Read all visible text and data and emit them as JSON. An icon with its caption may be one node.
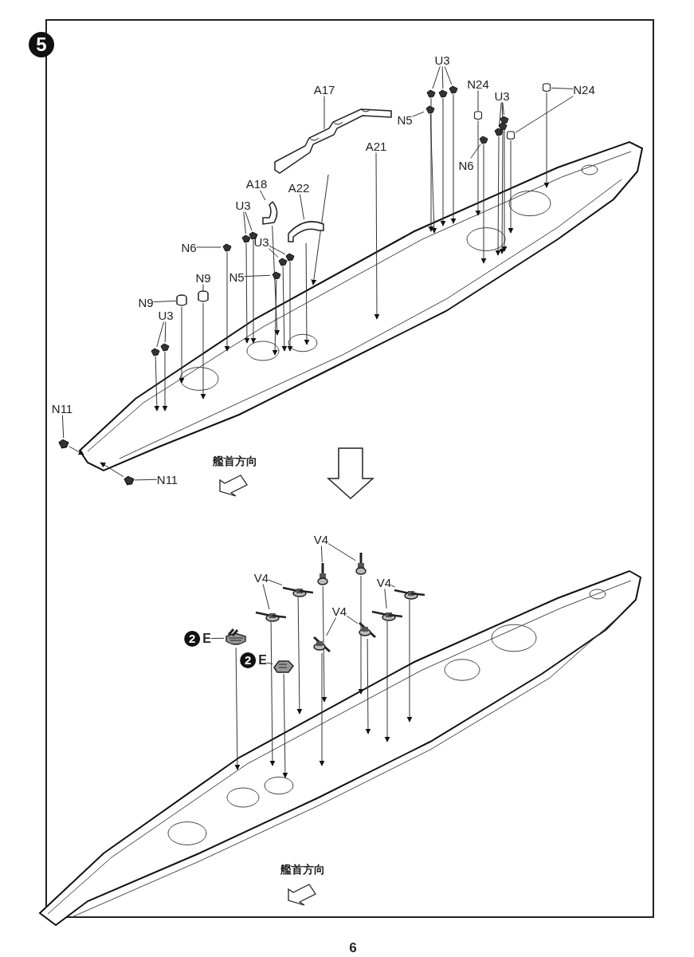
{
  "diagram": {
    "nodes": [
      {
        "text": [
          "A17"
        ]
      },
      {
        "text": [],
        "shape": "picture"
      },
      {
        "text": [
          "A21"
        ]
      },
      {
        "text": [
          "A18"
        ]
      },
      {
        "text": [],
        "shape": "picture"
      },
      {
        "text": [
          "A22"
        ]
      },
      {
        "text": [],
        "shape": "picture"
      },
      {
        "text": [
          "U3"
        ]
      },
      {
        "text": [],
        "shape": "picture"
      },
      {
        "text": [],
        "shape": "picture"
      },
      {
        "text": [
          "N6"
        ]
      },
      {
        "text": [],
        "shape": "picture"
      },
      {
        "text": [
          "U3"
        ]
      },
      {
        "text": [],
        "shape": "picture"
      },
      {
        "text": [],
        "shape": "picture"
      },
      {
        "text": [
          "N5"
        ]
      },
      {
        "text": [],
        "shape": "picture"
      },
      {
        "text": [
          "N9"
        ]
      },
      {
        "text": [],
        "shape": "picture"
      },
      {
        "text": [
          "N9"
        ]
      },
      {
        "text": [],
        "shape": "picture"
      },
      {
        "text": [
          "U3"
        ]
      },
      {
        "text": [],
        "shape": "picture"
      },
      {
        "text": [],
        "shape": "picture"
      },
      {
        "text": [
          "N11"
        ]
      },
      {
        "text": [],
        "shape": "picture"
      },
      {
        "text": [
          "N11"
        ]
      },
      {
        "text": [],
        "shape": "picture"
      },
      {
        "text": [
          "U3"
        ]
      },
      {
        "text": [],
        "shape": "picture"
      },
      {
        "text": [],
        "shape": "picture"
      },
      {
        "text": [],
        "shape": "picture"
      },
      {
        "text": [
          "N5"
        ]
      },
      {
        "text": [],
        "shape": "picture"
      },
      {
        "text": [
          "N24"
        ]
      },
      {
        "text": [],
        "shape": "picture"
      },
      {
        "text": [
          "N6"
        ]
      },
      {
        "text": [],
        "shape": "picture"
      },
      {
        "text": [
          "U3"
        ]
      },
      {
        "text": [],
        "shape": "picture"
      },
      {
        "text": [],
        "shape": "picture"
      },
      {
        "text": [],
        "shape": "picture"
      },
      {
        "text": [
          "N24"
        ]
      },
      {
        "text": [],
        "shape": "picture"
      },
      {
        "text": [],
        "shape": "picture"
      },
      {
        "text": [
          "V4"
        ]
      },
      {
        "text": [],
        "shape": "picture"
      },
      {
        "text": [],
        "shape": "picture"
      },
      {
        "text": [
          "V4"
        ]
      },
      {
        "text": [],
        "shape": "picture"
      },
      {
        "text": [],
        "shape": "picture"
      },
      {
        "text": [
          "V4"
        ]
      },
      {
        "text": [],
        "shape": "picture"
      },
      {
        "text": [],
        "shape": "picture"
      },
      {
        "text": [
          "V4"
        ]
      },
      {
        "text": [],
        "shape": "picture"
      },
      {
        "text": [],
        "shape": "picture"
      },
      {
        "text": [
          "2",
          "E"
        ]
      },
      {
        "text": [],
        "shape": "picture"
      },
      {
        "text": [
          "2",
          "E"
        ]
      },
      {
        "text": [],
        "shape": "picture"
      }
    ],
    "edges": [
      {
        "from": 0,
        "to": 1,
        "arrow": "none"
      },
      {
        "from": 1,
        "to": null,
        "arrow": "to"
      },
      {
        "from": 2,
        "to": null,
        "arrow": "to"
      },
      {
        "from": 3,
        "to": 4,
        "arrow": "none"
      },
      {
        "from": 4,
        "to": null,
        "arrow": "to"
      },
      {
        "from": 5,
        "to": 6,
        "arrow": "none"
      },
      {
        "from": 6,
        "to": null,
        "arrow": "to"
      },
      {
        "from": 7,
        "to": 8,
        "arrow": "none"
      },
      {
        "from": 7,
        "to": 9,
        "arrow": "none"
      },
      {
        "from": 8,
        "to": null,
        "arrow": "to"
      },
      {
        "from": 9,
        "to": null,
        "arrow": "to"
      },
      {
        "from": 10,
        "to": 11,
        "arrow": "none"
      },
      {
        "from": 11,
        "to": null,
        "arrow": "to"
      },
      {
        "from": 12,
        "to": 13,
        "arrow": "none"
      },
      {
        "from": 12,
        "to": 14,
        "arrow": "none"
      },
      {
        "from": 13,
        "to": null,
        "arrow": "to"
      },
      {
        "from": 14,
        "to": null,
        "arrow": "to"
      },
      {
        "from": 15,
        "to": 16,
        "arrow": "none"
      },
      {
        "from": 16,
        "to": null,
        "arrow": "to"
      },
      {
        "from": 17,
        "to": 18,
        "arrow": "none"
      },
      {
        "from": 18,
        "to": null,
        "arrow": "to"
      },
      {
        "from": 19,
        "to": 20,
        "arrow": "none"
      },
      {
        "from": 20,
        "to": null,
        "arrow": "to"
      },
      {
        "from": 21,
        "to": 22,
        "arrow": "none"
      },
      {
        "from": 21,
        "to": 23,
        "arrow": "none"
      },
      {
        "from": 22,
        "to": null,
        "arrow": "to"
      },
      {
        "from": 23,
        "to": null,
        "arrow": "to"
      },
      {
        "from": 24,
        "to": 25,
        "arrow": "none"
      },
      {
        "from": 25,
        "to": null,
        "arrow": "to"
      },
      {
        "from": 26,
        "to": 27,
        "arrow": "none"
      },
      {
        "from": 27,
        "to": null,
        "arrow": "to"
      },
      {
        "from": 28,
        "to": 29,
        "arrow": "none"
      },
      {
        "from": 28,
        "to": 30,
        "arrow": "none"
      },
      {
        "from": 28,
        "to": 31,
        "arrow": "none"
      },
      {
        "from": 29,
        "to": null,
        "arrow": "to"
      },
      {
        "from": 30,
        "to": null,
        "arrow": "to"
      },
      {
        "from": 31,
        "to": null,
        "arrow": "to"
      },
      {
        "from": 32,
        "to": 33,
        "arrow": "none"
      },
      {
        "from": 33,
        "to": null,
        "arrow": "to"
      },
      {
        "from": 34,
        "to": 35,
        "arrow": "none"
      },
      {
        "from": 35,
        "to": null,
        "arrow": "to"
      },
      {
        "from": 36,
        "to": 37,
        "arrow": "none"
      },
      {
        "from": 37,
        "to": null,
        "arrow": "to"
      },
      {
        "from": 38,
        "to": 39,
        "arrow": "none"
      },
      {
        "from": 38,
        "to": 40,
        "arrow": "none"
      },
      {
        "from": 38,
        "to": 41,
        "arrow": "none"
      },
      {
        "from": 39,
        "to": null,
        "arrow": "to"
      },
      {
        "from": 40,
        "to": null,
        "arrow": "to"
      },
      {
        "from": 41,
        "to": null,
        "arrow": "to"
      },
      {
        "from": 42,
        "to": 43,
        "arrow": "none"
      },
      {
        "from": 42,
        "to": 44,
        "arrow": "none"
      },
      {
        "from": 43,
        "to": null,
        "arrow": "to"
      },
      {
        "from": 44,
        "to": null,
        "arrow": "to"
      },
      {
        "from": 45,
        "to": 46,
        "arrow": "none"
      },
      {
        "from": 45,
        "to": 47,
        "arrow": "none"
      },
      {
        "from": 46,
        "to": null,
        "arrow": "to"
      },
      {
        "from": 47,
        "to": null,
        "arrow": "to"
      },
      {
        "from": 48,
        "to": 49,
        "arrow": "none"
      },
      {
        "from": 48,
        "to": 50,
        "arrow": "none"
      },
      {
        "from": 49,
        "to": null,
        "arrow": "to"
      },
      {
        "from": 50,
        "to": null,
        "arrow": "to"
      },
      {
        "from": 51,
        "to": 52,
        "arrow": "none"
      },
      {
        "from": 51,
        "to": 53,
        "arrow": "none"
      },
      {
        "from": 52,
        "to": null,
        "arrow": "to"
      },
      {
        "from": 53,
        "to": null,
        "arrow": "to"
      },
      {
        "from": 54,
        "to": 55,
        "arrow": "none"
      },
      {
        "from": 54,
        "to": 56,
        "arrow": "none"
      },
      {
        "from": 55,
        "to": null,
        "arrow": "to"
      },
      {
        "from": 56,
        "to": null,
        "arrow": "to"
      },
      {
        "from": 57,
        "to": 58,
        "arrow": "none"
      },
      {
        "from": 58,
        "to": null,
        "arrow": "to"
      },
      {
        "from": 59,
        "to": 60,
        "arrow": "none"
      },
      {
        "from": 60,
        "to": null,
        "arrow": "to"
      }
    ],
    "labels": [
      "5",
      "艦首方向",
      "艦首方向",
      "6"
    ]
  }
}
